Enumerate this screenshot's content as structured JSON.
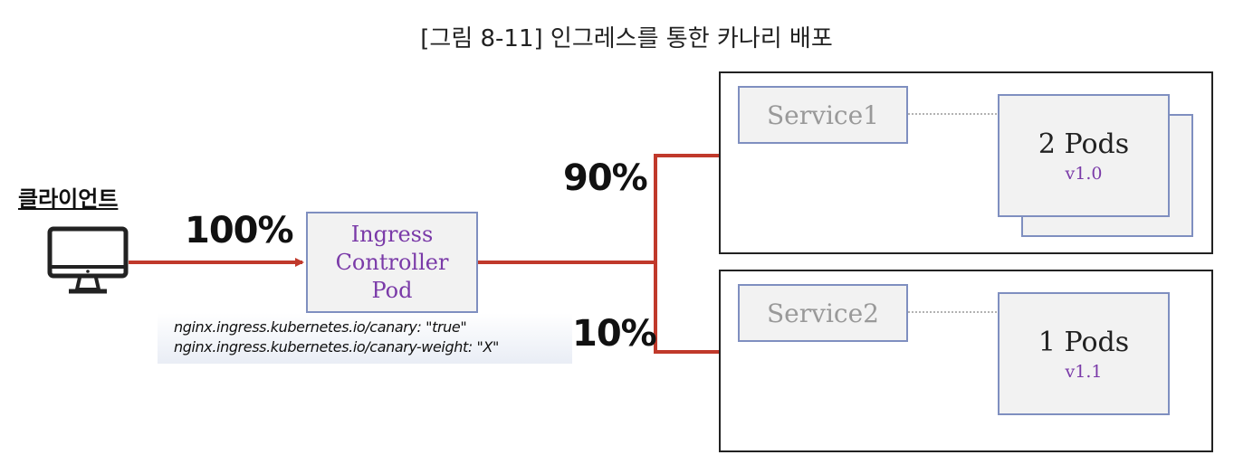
{
  "title": "[그림 8-11] 인그레스를 통한 카나리 배포",
  "client": {
    "label": "클라이언트"
  },
  "traffic": {
    "total": "100%",
    "upper": "90%",
    "lower": "10%"
  },
  "ingress": {
    "line1": "Ingress",
    "line2": "Controller",
    "line3": "Pod"
  },
  "annotations": [
    "nginx.ingress.kubernetes.io/canary: \"true\"",
    "nginx.ingress.kubernetes.io/canary-weight: \"X\""
  ],
  "groups": [
    {
      "service": "Service1",
      "pods": "2 Pods",
      "version": "v1.0"
    },
    {
      "service": "Service2",
      "pods": "1 Pods",
      "version": "v1.1"
    }
  ],
  "colors": {
    "arrow": "#c0392b",
    "box_border": "#7f8fc0",
    "box_fill": "#f2f2f2",
    "accent_text": "#7a3aa8"
  }
}
